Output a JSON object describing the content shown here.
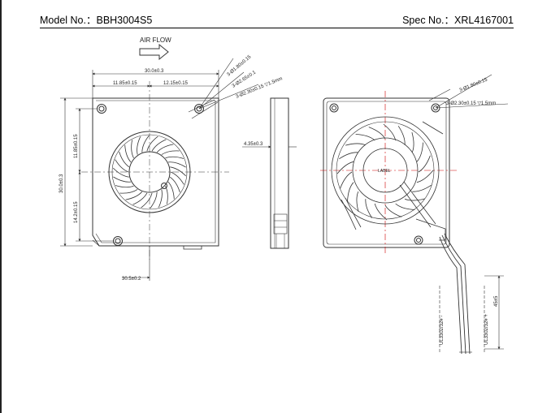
{
  "header": {
    "model_label": "Model No.：",
    "model_value": "BBH3004S5",
    "spec_label": "Spec No.：",
    "spec_value": "XRL4167001"
  },
  "drawing": {
    "airflow_label": "AIR FLOW",
    "dim_width_total": "30.0±0.3",
    "dim_left_half": "11.85±0.15",
    "dim_right_half": "12.15±0.15",
    "dim_height_total": "30.0±0.3",
    "dim_upper_height": "11.85±0.15",
    "dim_lower_height": "14.2±0.15",
    "dim_bottom": "30.5±0.2",
    "note_holes_a": "3-Ø1.80±0.15",
    "note_holes_b": "3-Ø2.65±0.1",
    "note_counterbore": "3-Ø2.30±0.15 ▽1.5mm",
    "thickness": "4.35±0.3",
    "rear_note_holes": "3-Ø1.80±0.15",
    "rear_note_counterbore": "3-Ø2.30±0.15 ▽1.5mm",
    "label_text": "LABEL",
    "wire_spec_1": "UL3302/32# -",
    "wire_spec_2": "UL3302/32# +",
    "wire_length": "45±5"
  }
}
